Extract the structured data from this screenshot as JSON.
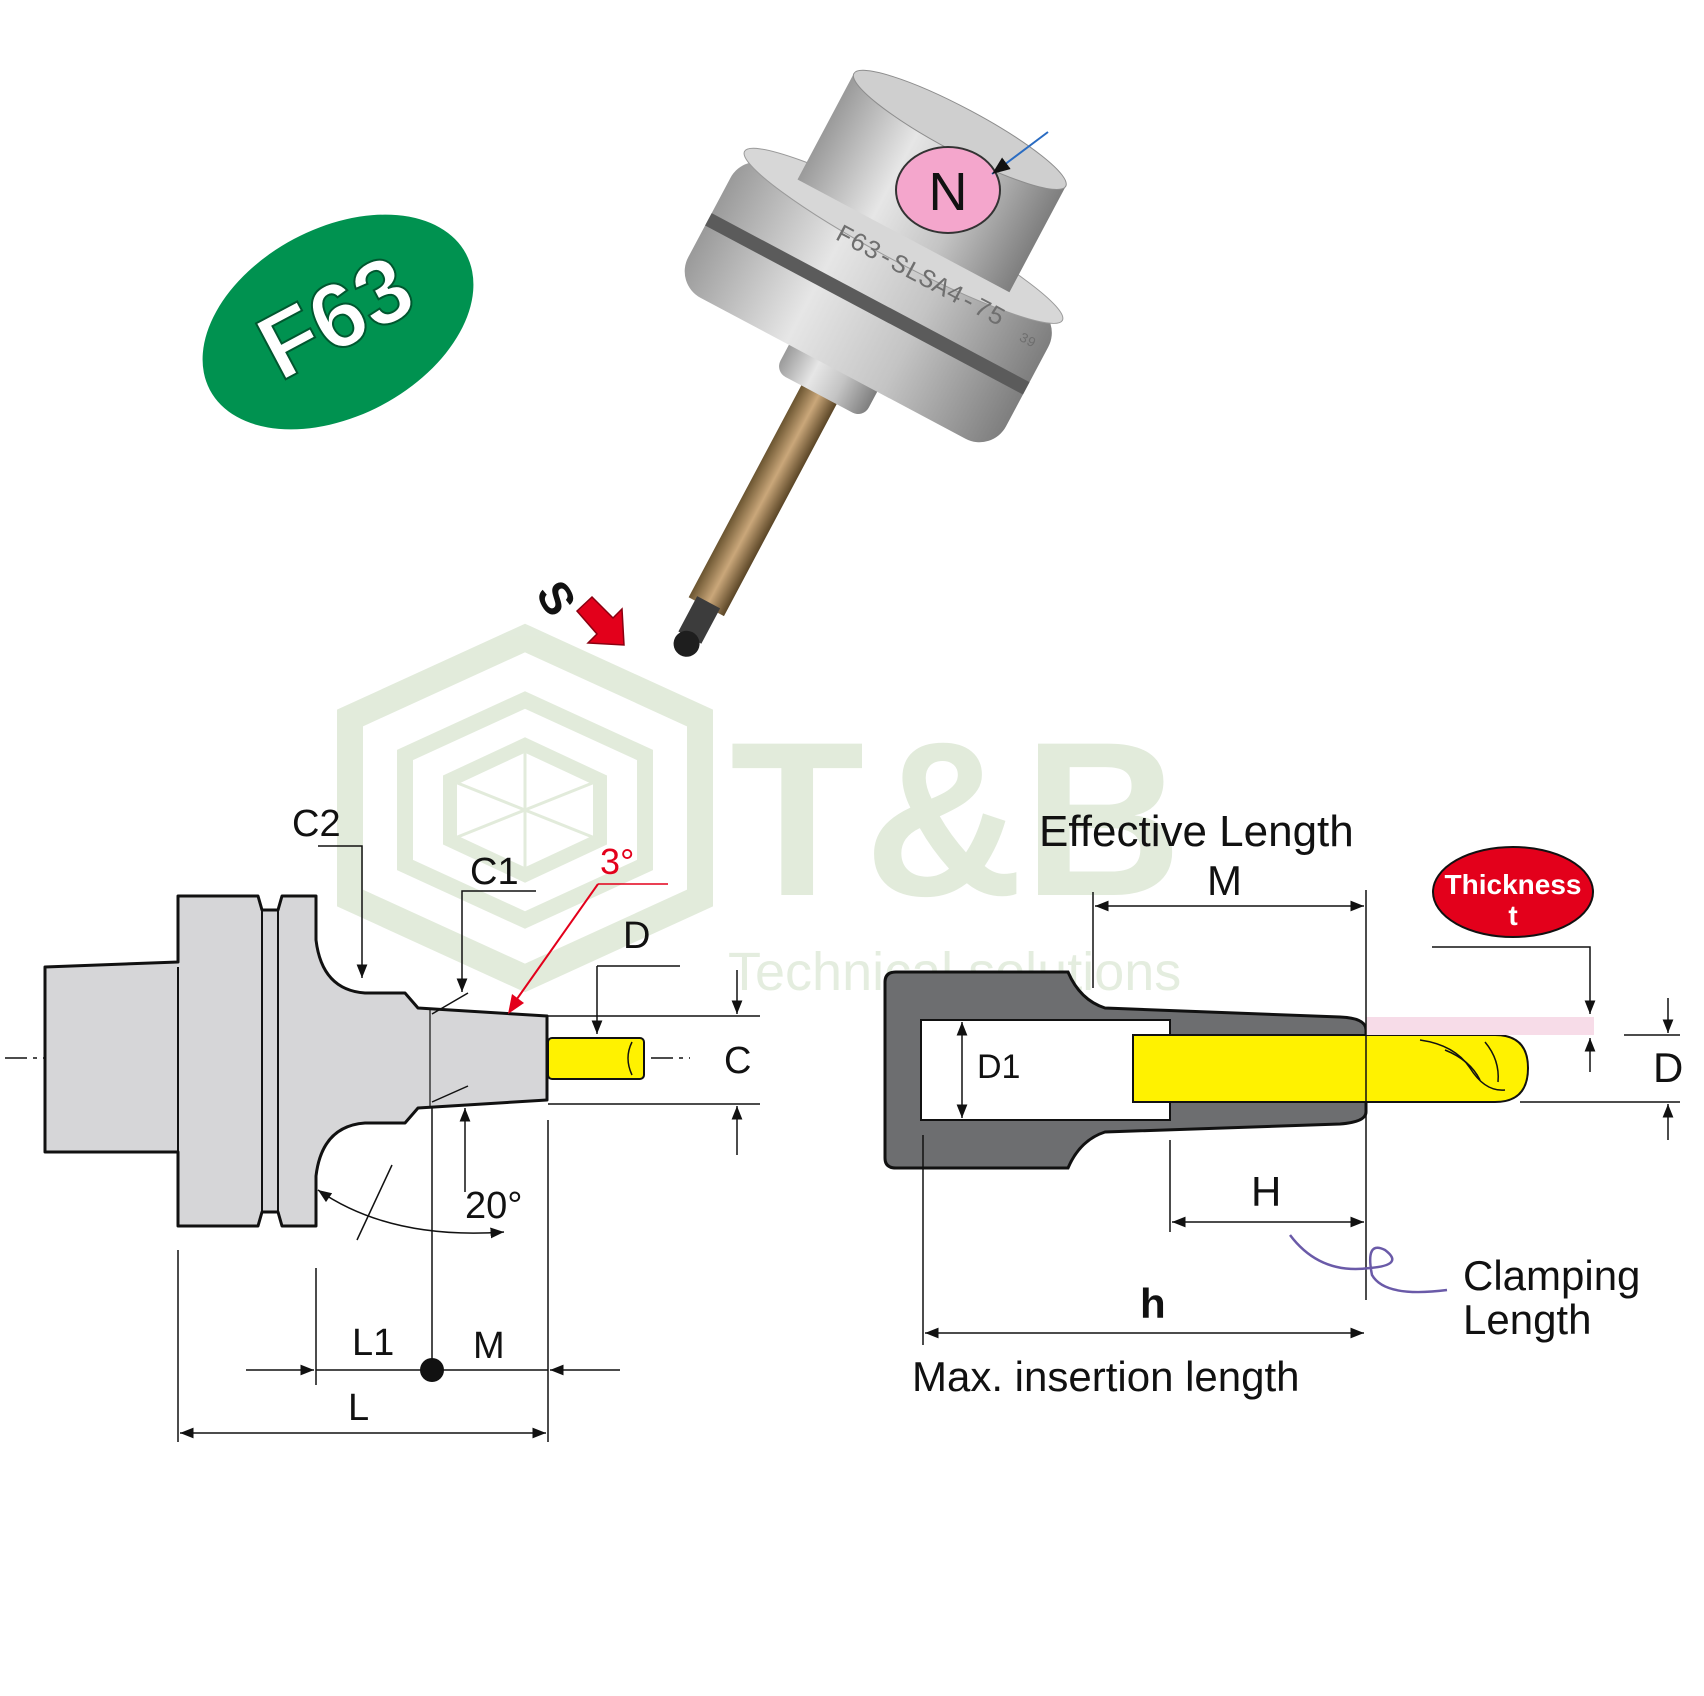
{
  "badge": {
    "text": "F63",
    "color": "#009250"
  },
  "photo": {
    "engraving": "F63-SLSA4-75",
    "engraving_sub": "39",
    "marker_n": "N",
    "marker_s": "S",
    "marker_n_color": "#f4a6cc",
    "arrow_color": "#e3001b"
  },
  "watermark": {
    "brand": "T&B",
    "tagline": "Technical solutions"
  },
  "left_drawing": {
    "labels": {
      "c2": "C2",
      "c1": "C1",
      "angle_3": "3°",
      "d": "D",
      "c": "C",
      "angle_20": "20°",
      "l1": "L1",
      "m": "M",
      "l": "L"
    },
    "colors": {
      "body": "#d6d6d8",
      "tool": "#fff200",
      "accent": "#e3001b"
    }
  },
  "right_drawing": {
    "labels": {
      "effective_length": "Effective Length",
      "m": "M",
      "thickness": "Thickness",
      "thickness_sym": "t",
      "d1": "D1",
      "d": "D",
      "h_upper": "H",
      "clamping_1": "Clamping",
      "clamping_2": "Length",
      "h_lower": "h",
      "max_insertion": "Max. insertion length"
    },
    "colors": {
      "body": "#6d6e70",
      "tool": "#fff200",
      "badge": "#e3001b"
    }
  }
}
